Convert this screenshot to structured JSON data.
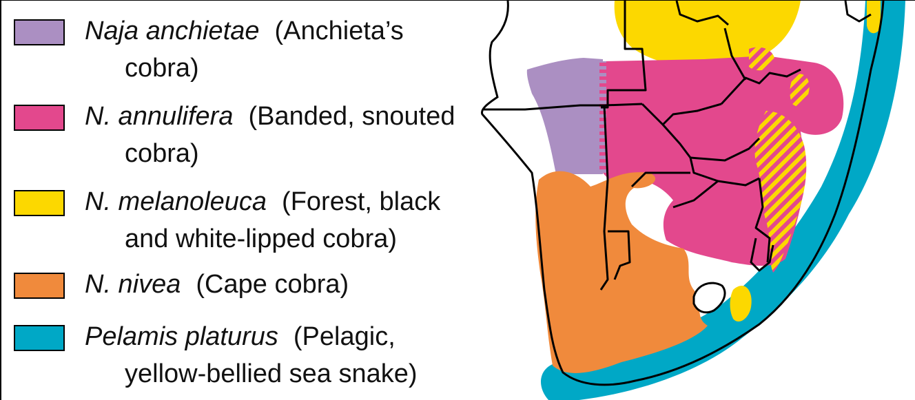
{
  "legend": {
    "items": [
      {
        "key": "anchietae",
        "latin": "Naja anchietae",
        "common_line1": "(Anchieta’s",
        "common_line2": "cobra)",
        "color": "#ab8fc2"
      },
      {
        "key": "annulifera",
        "latin": "N. annulifera",
        "common_line1": "(Banded, snouted",
        "common_line2": "cobra)",
        "color": "#e3488d"
      },
      {
        "key": "melanoleuca",
        "latin": "N. melanoleuca",
        "common_line1": "(Forest, black",
        "common_line2": "and white-lipped cobra)",
        "color": "#fcd800"
      },
      {
        "key": "nivea",
        "latin": "N. nivea",
        "common_line1": "(Cape cobra)",
        "common_line2": "",
        "color": "#f08a3c"
      },
      {
        "key": "platurus",
        "latin": "Pelamis platurus",
        "common_line1": "(Pelagic,",
        "common_line2": "yellow-bellied sea snake)",
        "color": "#00a8c6"
      }
    ]
  },
  "map": {
    "region": "southern-africa",
    "overlap_pattern": "diagonal-stripes-yellow-pink",
    "border_color": "#000000",
    "coast_color": "#000000"
  }
}
